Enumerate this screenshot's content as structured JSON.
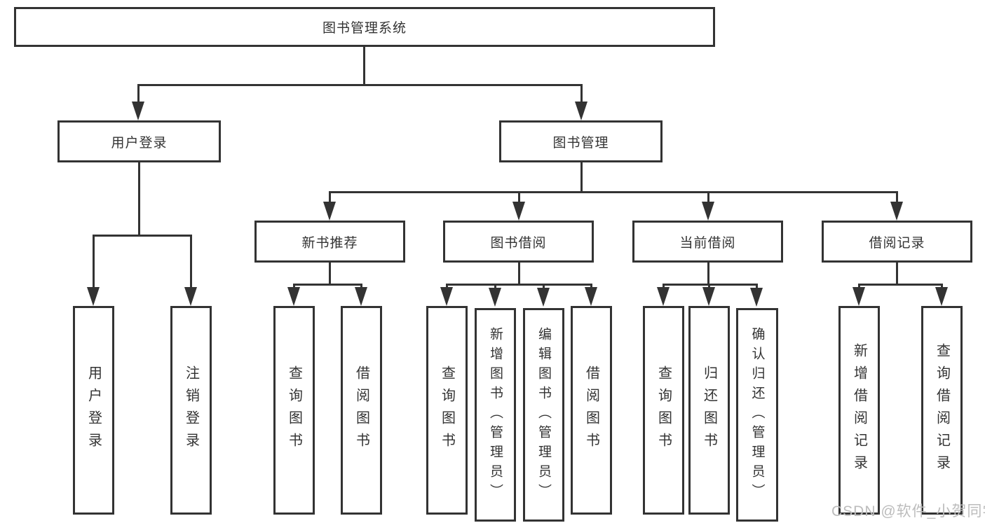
{
  "diagram_type": "hierarchy-tree",
  "colors": {
    "line": "#333333",
    "text": "#333333",
    "box_bg": "#ffffff",
    "watermark": "#bcbcbc"
  },
  "watermark": "CSDN @软件_小贺同学",
  "nodes": {
    "root": {
      "label": "图书管理系统"
    },
    "user_login": {
      "label": "用户登录"
    },
    "book_mgmt": {
      "label": "图书管理"
    },
    "new_book_rec": {
      "label": "新书推荐"
    },
    "book_borrow": {
      "label": "图书借阅"
    },
    "current_borrow": {
      "label": "当前借阅"
    },
    "borrow_records": {
      "label": "借阅记录"
    },
    "leaf_user_login": {
      "label": "用户登录"
    },
    "leaf_logout": {
      "label": "注销登录"
    },
    "leaf_query_book_rec": {
      "label": "查询图书"
    },
    "leaf_borrow_book_rec": {
      "label": "借阅图书"
    },
    "leaf_query_book_borrow": {
      "label": "查询图书"
    },
    "leaf_add_book_admin": {
      "label": "新增图书（管理员）"
    },
    "leaf_edit_book_admin": {
      "label": "编辑图书（管理员）"
    },
    "leaf_borrow_book_borrow": {
      "label": "借阅图书"
    },
    "leaf_query_book_current": {
      "label": "查询图书"
    },
    "leaf_return_book": {
      "label": "归还图书"
    },
    "leaf_confirm_return_admin": {
      "label": "确认归还（管理员）"
    },
    "leaf_add_borrow_record": {
      "label": "新增借阅记录"
    },
    "leaf_query_borrow_record": {
      "label": "查询借阅记录"
    }
  },
  "hierarchy": {
    "图书管理系统": {
      "用户登录": [
        "用户登录",
        "注销登录"
      ],
      "图书管理": {
        "新书推荐": [
          "查询图书",
          "借阅图书"
        ],
        "图书借阅": [
          "查询图书",
          "新增图书（管理员）",
          "编辑图书（管理员）",
          "借阅图书"
        ],
        "当前借阅": [
          "查询图书",
          "归还图书",
          "确认归还（管理员）"
        ],
        "借阅记录": [
          "新增借阅记录",
          "查询借阅记录"
        ]
      }
    }
  }
}
